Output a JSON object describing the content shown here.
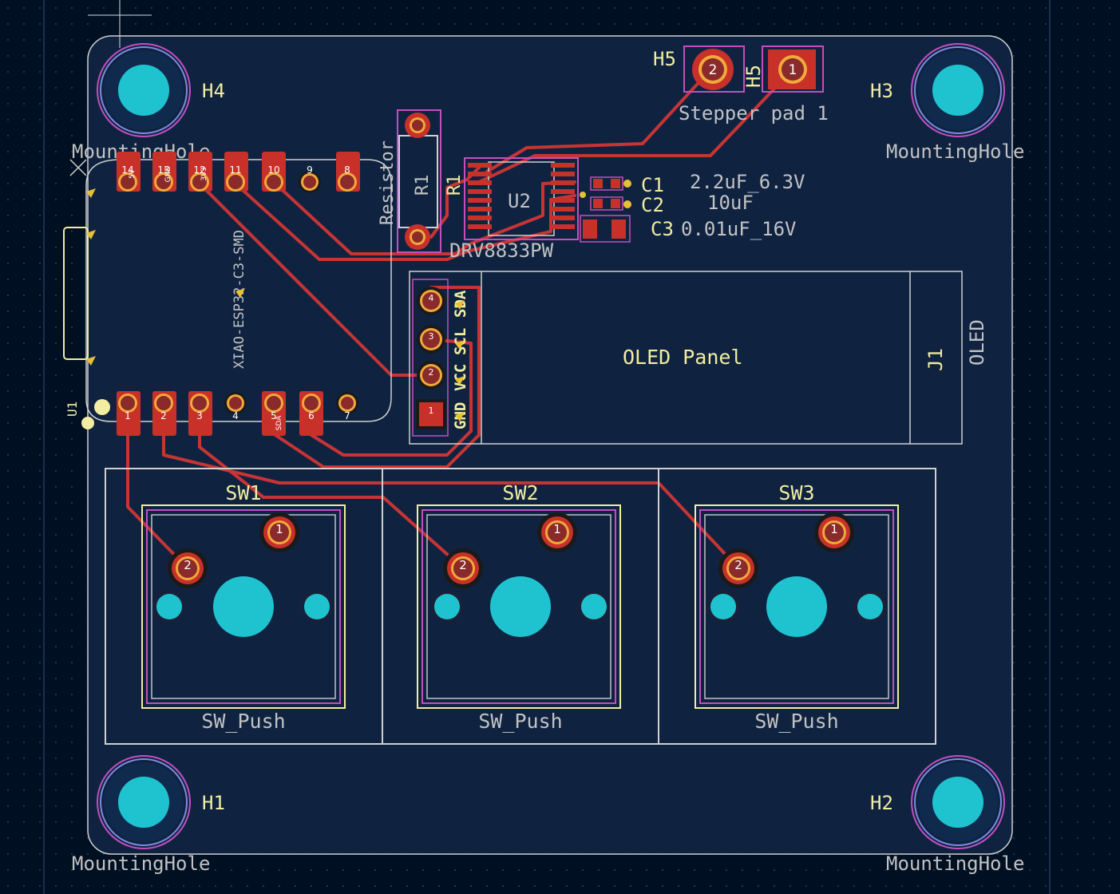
{
  "mounting_holes": [
    {
      "ref": "H4",
      "value": "MountingHole"
    },
    {
      "ref": "H3",
      "value": "MountingHole"
    },
    {
      "ref": "H1",
      "value": "MountingHole"
    },
    {
      "ref": "H2",
      "value": "MountingHole"
    }
  ],
  "stepper_pads": {
    "ref_left": "H5",
    "ref_right": "H5",
    "pad_left": "2",
    "pad_right": "1",
    "value": "Stepper pad 1"
  },
  "resistor": {
    "ref": "R1",
    "value": "Resistor",
    "label_pin": "R1"
  },
  "driver": {
    "ref": "U2",
    "value": "DRV8833PW"
  },
  "capacitors": [
    {
      "ref": "C1",
      "value": "2.2uF_6.3V"
    },
    {
      "ref": "C2",
      "value": "10uF"
    },
    {
      "ref": "C3",
      "value": "0.01uF_16V"
    }
  ],
  "mcu": {
    "ref": "U1",
    "value": "XIAO-ESP32-C3-SMD",
    "top_pins": [
      "14",
      "13",
      "12",
      "11",
      "10",
      "9",
      "8"
    ],
    "top_pin_labels": [
      "5V",
      "GND",
      "3V3",
      "",
      "",
      "",
      ""
    ],
    "bottom_pins": [
      "1",
      "2",
      "3",
      "4",
      "5",
      "6",
      "7"
    ],
    "bottom_pin_labels": [
      "",
      "",
      "",
      "",
      "SDA",
      "",
      ""
    ]
  },
  "oled": {
    "ref": "J1",
    "value": "OLED",
    "panel_label": "OLED Panel",
    "pins": [
      "4",
      "3",
      "2",
      "1"
    ],
    "pin_labels": [
      "SDA",
      "SCL",
      "VCC",
      "GND"
    ]
  },
  "switches": [
    {
      "ref": "SW1",
      "value": "SW_Push",
      "pin1": "1",
      "pin2": "2"
    },
    {
      "ref": "SW2",
      "value": "SW_Push",
      "pin1": "1",
      "pin2": "2"
    },
    {
      "ref": "SW3",
      "value": "SW_Push",
      "pin1": "1",
      "pin2": "2"
    }
  ],
  "colors": {
    "background": "#001023",
    "board": "#0f2341",
    "copper_pad": "#c8302a",
    "trace": "#c83434",
    "drill": "#1fc3d0",
    "silkscreen": "#f2eda1",
    "courtyard": "#c2c2c2",
    "fab": "#c34fbd",
    "via_ring": "#e8bf35"
  }
}
